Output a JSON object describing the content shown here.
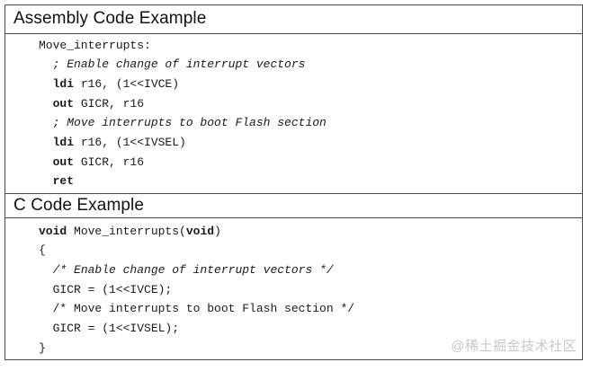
{
  "document": {
    "background": "#ffffff",
    "border_color": "#4a4a4a",
    "text_color": "#1a1a1a",
    "comment_style": "italic",
    "code_font": "monospace"
  },
  "sections": [
    {
      "title": "Assembly Code Example",
      "lines": [
        {
          "parts": [
            {
              "text": "Move_interrupts:",
              "style": "plain"
            }
          ]
        },
        {
          "parts": [
            {
              "text": "  ",
              "style": "plain"
            },
            {
              "text": "; Enable change of interrupt vectors",
              "style": "italic"
            }
          ]
        },
        {
          "parts": [
            {
              "text": "  ",
              "style": "plain"
            },
            {
              "text": "ldi",
              "style": "bold"
            },
            {
              "text": " r16, (1<<IVCE)",
              "style": "plain"
            }
          ]
        },
        {
          "parts": [
            {
              "text": "  ",
              "style": "plain"
            },
            {
              "text": "out",
              "style": "bold"
            },
            {
              "text": " GICR, r16",
              "style": "plain"
            }
          ]
        },
        {
          "parts": [
            {
              "text": "  ",
              "style": "plain"
            },
            {
              "text": "; Move interrupts to boot Flash section",
              "style": "italic"
            }
          ]
        },
        {
          "parts": [
            {
              "text": "  ",
              "style": "plain"
            },
            {
              "text": "ldi",
              "style": "bold"
            },
            {
              "text": " r16, (1<<IVSEL)",
              "style": "plain"
            }
          ]
        },
        {
          "parts": [
            {
              "text": "  ",
              "style": "plain"
            },
            {
              "text": "out",
              "style": "bold"
            },
            {
              "text": " GICR, r16",
              "style": "plain"
            }
          ]
        },
        {
          "parts": [
            {
              "text": "  ",
              "style": "plain"
            },
            {
              "text": "ret",
              "style": "bold"
            }
          ]
        }
      ]
    },
    {
      "title": "C Code Example",
      "lines": [
        {
          "parts": [
            {
              "text": "void",
              "style": "bold"
            },
            {
              "text": " Move_interrupts(",
              "style": "plain"
            },
            {
              "text": "void",
              "style": "bold"
            },
            {
              "text": ")",
              "style": "plain"
            }
          ]
        },
        {
          "parts": [
            {
              "text": "{",
              "style": "plain"
            }
          ]
        },
        {
          "parts": [
            {
              "text": "  ",
              "style": "plain"
            },
            {
              "text": "/* Enable change of interrupt vectors */",
              "style": "italic"
            }
          ]
        },
        {
          "parts": [
            {
              "text": "  GICR = (1<<IVCE);",
              "style": "plain"
            }
          ]
        },
        {
          "parts": [
            {
              "text": "  /* Move interrupts to boot Flash section */",
              "style": "plain"
            }
          ]
        },
        {
          "parts": [
            {
              "text": "  GICR = (1<<IVSEL);",
              "style": "plain"
            }
          ]
        },
        {
          "parts": [
            {
              "text": "}",
              "style": "plain"
            }
          ]
        }
      ]
    }
  ],
  "watermark": {
    "text": "@稀土掘金技术社区",
    "color": "#c8c8c8"
  }
}
